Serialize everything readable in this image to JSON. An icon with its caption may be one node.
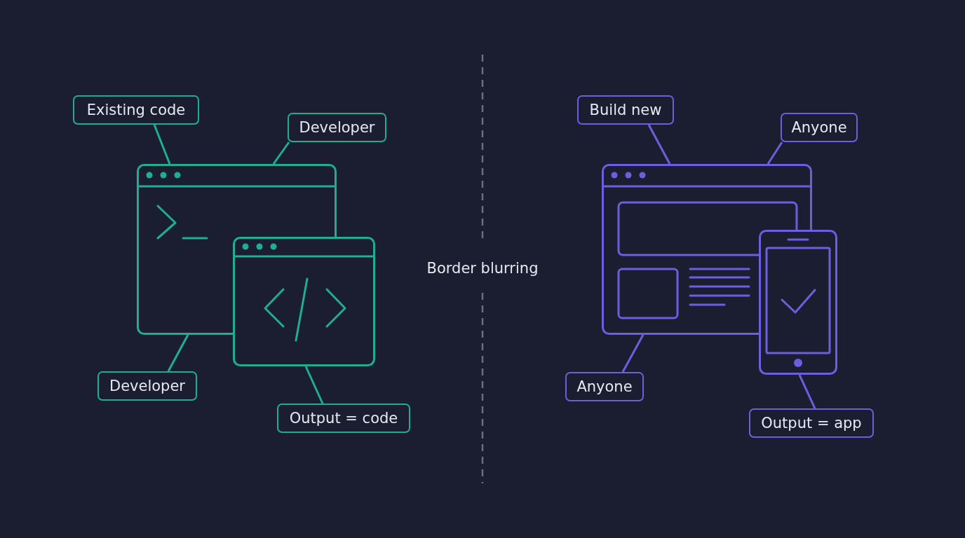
{
  "diagram": {
    "nodes": [
      {
        "text": [
          "Existing code"
        ]
      },
      {
        "text": [
          "Developer"
        ]
      },
      {
        "text": [],
        "shape": "picture"
      },
      {
        "text": [],
        "shape": "picture"
      },
      {
        "text": [
          "Developer"
        ]
      },
      {
        "text": [
          "Output = code"
        ]
      },
      {
        "text": [
          "Build new"
        ]
      },
      {
        "text": [
          "Anyone"
        ]
      },
      {
        "text": [],
        "shape": "picture"
      },
      {
        "text": [],
        "shape": "picture"
      },
      {
        "text": [
          "Anyone"
        ]
      },
      {
        "text": [
          "Output = app"
        ]
      }
    ],
    "edges": [
      {
        "from": 0,
        "to": 2,
        "arrow": "none"
      },
      {
        "from": 1,
        "to": 2,
        "arrow": "none"
      },
      {
        "from": 4,
        "to": 2,
        "arrow": "none"
      },
      {
        "from": 5,
        "to": 3,
        "arrow": "none"
      },
      {
        "from": 6,
        "to": 8,
        "arrow": "none"
      },
      {
        "from": 7,
        "to": 8,
        "arrow": "none"
      },
      {
        "from": 10,
        "to": 8,
        "arrow": "none"
      },
      {
        "from": 11,
        "to": 9,
        "arrow": "none"
      }
    ],
    "labels": [
      "Border blurring"
    ]
  }
}
